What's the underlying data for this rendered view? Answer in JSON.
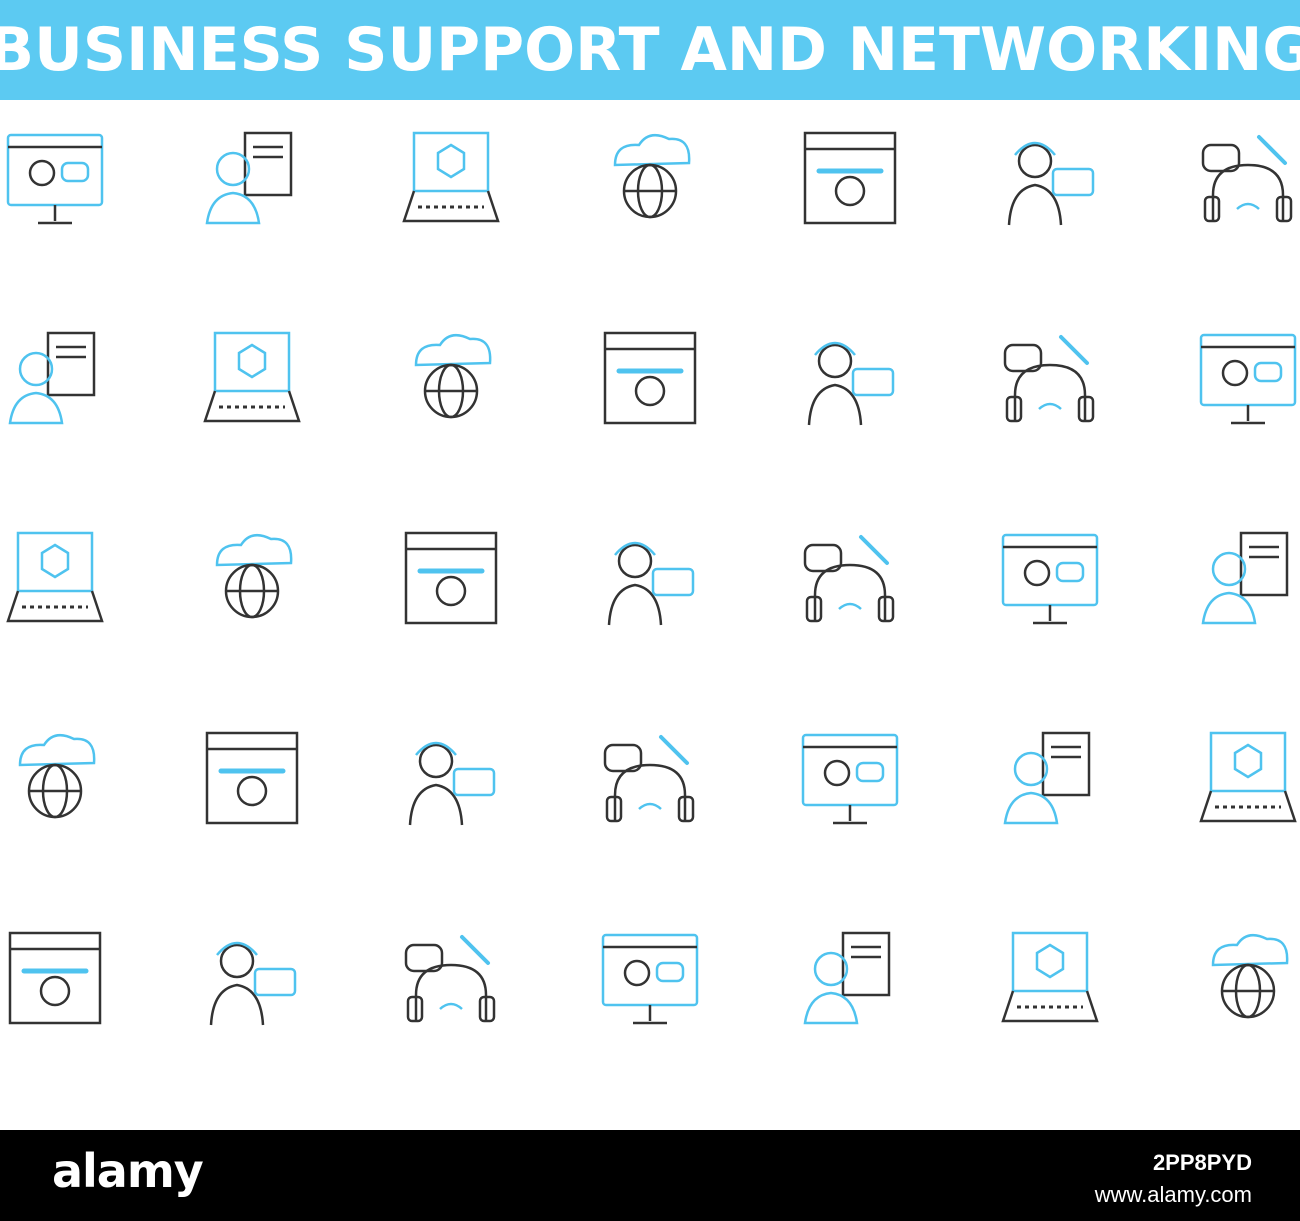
{
  "banner": {
    "title": "BUSINESS SUPPORT AND NETWORKING",
    "color": "#5ccaf2"
  },
  "colors": {
    "accent": "#4fc3ef",
    "ink": "#333333"
  },
  "icons": [
    [
      "video-call-monitor-icon",
      "businesswoman-documents-icon",
      "laptop-hexagon-network-icon",
      "cloud-network-cube-icon",
      "browser-wrench-gear-icon",
      "woman-chat-bubble-icon",
      "headphones-chat-wrench-icon"
    ],
    [
      "laptop-shield-network-icon",
      "connector-nodes-icon",
      "gear-disc-icon",
      "folder-globe-transfer-icon",
      "database-laptop-icon",
      "cloud-server-racks-icon",
      "globe-magnifier-icon"
    ],
    [
      "tablet-wifi-icon",
      "clipboard-approved-icon",
      "cube-gear-lists-icon",
      "globe-network-icon",
      "laptop-gear-magnifier-icon",
      "support-agent-cloud-icon",
      "phone-chat-bubbles-icon"
    ],
    [
      "people-search-network-icon",
      "laptop-cloud-network-icon",
      "folder-share-icon",
      "wifi-router-icon",
      "smartwatch-24-icon",
      "cloud-search-icon",
      "globe-hand-touch-icon"
    ],
    [
      "cloud-touch-network-icon",
      "presenter-chart-board-icon",
      "funnel-arrows-icon",
      "cloud-database-icon",
      "lifebuoy-hands-icon",
      "headset-globe-icon",
      "server-folders-icon"
    ]
  ],
  "footer": {
    "brand": "alamy",
    "image_id": "2PP8PYD",
    "url": "www.alamy.com"
  }
}
